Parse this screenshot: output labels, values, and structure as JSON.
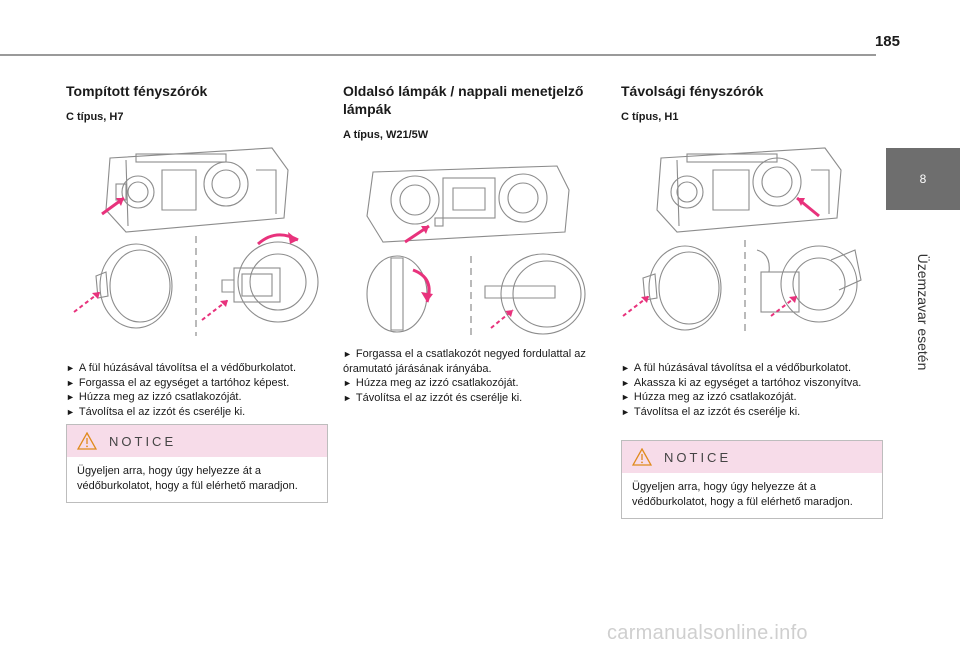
{
  "page_number": "185",
  "chapter": {
    "number": "8",
    "title": "Üzemzavar esetén"
  },
  "columns": [
    {
      "title": "Tompított fényszórók",
      "subtitle": "C típus, H7",
      "steps": [
        "A fül húzásával távolítsa el a védőburkolatot.",
        "Forgassa el az egységet a tartóhoz képest.",
        "Húzza meg az izzó csatlakozóját.",
        "Távolítsa el az izzót és cserélje ki."
      ],
      "notice": {
        "label": "NOTICE",
        "text": "Ügyeljen arra, hogy úgy helyezze át a védőburkolatot, hogy a fül elérhető maradjon."
      }
    },
    {
      "title": "Oldalsó lámpák / nappali menetjelző lámpák",
      "subtitle": "A típus, W21/5W",
      "steps": [
        "Forgassa el a csatlakozót negyed fordulattal az óramutató járásának irányába.",
        "Húzza meg az izzó csatlakozóját.",
        "Távolítsa el az izzót és cserélje ki."
      ]
    },
    {
      "title": "Távolsági fényszórók",
      "subtitle": "C típus, H1",
      "steps": [
        "A fül húzásával távolítsa el a védőburkolatot.",
        "Akassza ki az egységet a tartóhoz viszonyítva.",
        "Húzza meg az izzó csatlakozóját.",
        "Távolítsa el az izzót és cserélje ki."
      ],
      "notice": {
        "label": "NOTICE",
        "text": "Ügyeljen arra, hogy úgy helyezze át a védőburkolatot, hogy a fül elérhető maradjon."
      }
    }
  ],
  "step_marker": "►",
  "watermark": "carmanualsonline.info",
  "colors": {
    "arrow": "#e8327c",
    "notice_header": "#f7dce9",
    "side_tab": "#6e6e6e",
    "line_art": "#8c8c8c"
  }
}
